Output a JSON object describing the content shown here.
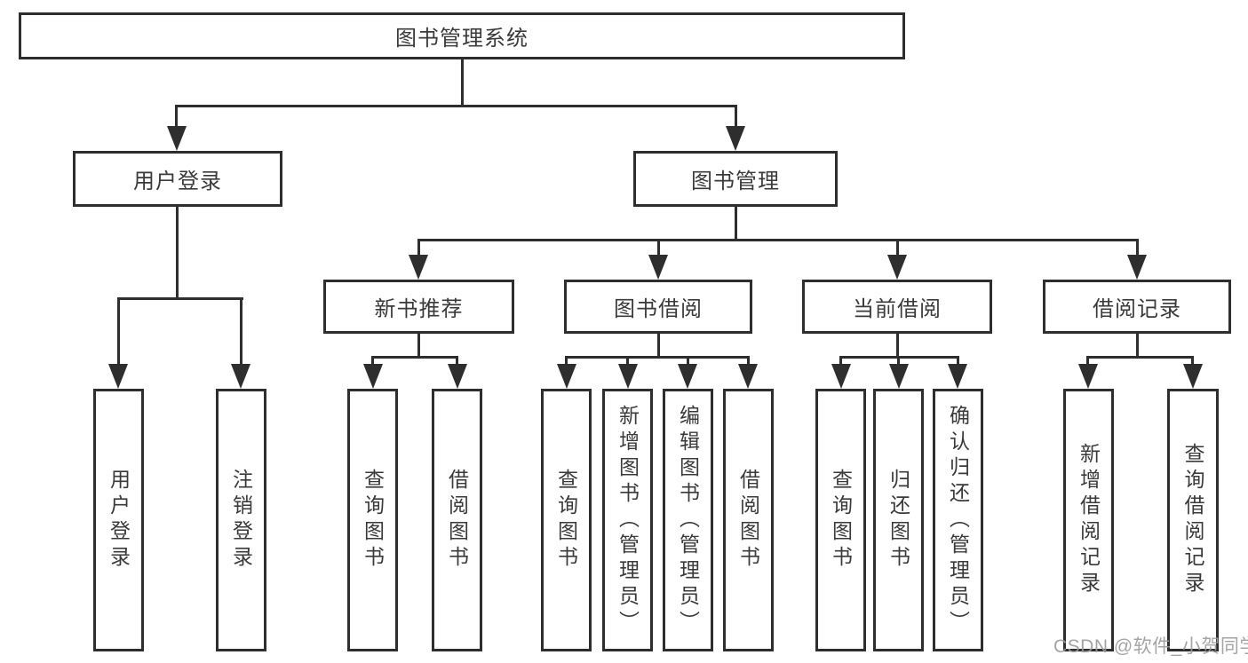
{
  "diagram": {
    "root": {
      "label": "图书管理系统"
    },
    "level2": [
      {
        "label": "用户登录"
      },
      {
        "label": "图书管理"
      }
    ],
    "level3": [
      {
        "label": "新书推荐",
        "parent": "图书管理"
      },
      {
        "label": "图书借阅",
        "parent": "图书管理"
      },
      {
        "label": "当前借阅",
        "parent": "图书管理"
      },
      {
        "label": "借阅记录",
        "parent": "图书管理"
      }
    ],
    "leaves": [
      {
        "label": "用户登录",
        "parent": "用户登录"
      },
      {
        "label": "注销登录",
        "parent": "用户登录"
      },
      {
        "label": "查询图书",
        "parent": "新书推荐"
      },
      {
        "label": "借阅图书",
        "parent": "新书推荐"
      },
      {
        "label": "查询图书",
        "parent": "图书借阅"
      },
      {
        "label": "新增图书（管理员）",
        "parent": "图书借阅"
      },
      {
        "label": "编辑图书（管理员）",
        "parent": "图书借阅"
      },
      {
        "label": "借阅图书",
        "parent": "图书借阅"
      },
      {
        "label": "查询图书",
        "parent": "当前借阅"
      },
      {
        "label": "归还图书",
        "parent": "当前借阅"
      },
      {
        "label": "确认归还（管理员）",
        "parent": "当前借阅"
      },
      {
        "label": "新增借阅记录",
        "parent": "借阅记录"
      },
      {
        "label": "查询借阅记录",
        "parent": "借阅记录"
      }
    ]
  },
  "watermark": {
    "text": "CSDN @软件_小贺同学"
  },
  "colors": {
    "line": "#2e2e2e",
    "box_border": "#2e2e2e",
    "text": "#3a3a3a",
    "watermark": "#9b9b9b",
    "background": "#ffffff"
  }
}
